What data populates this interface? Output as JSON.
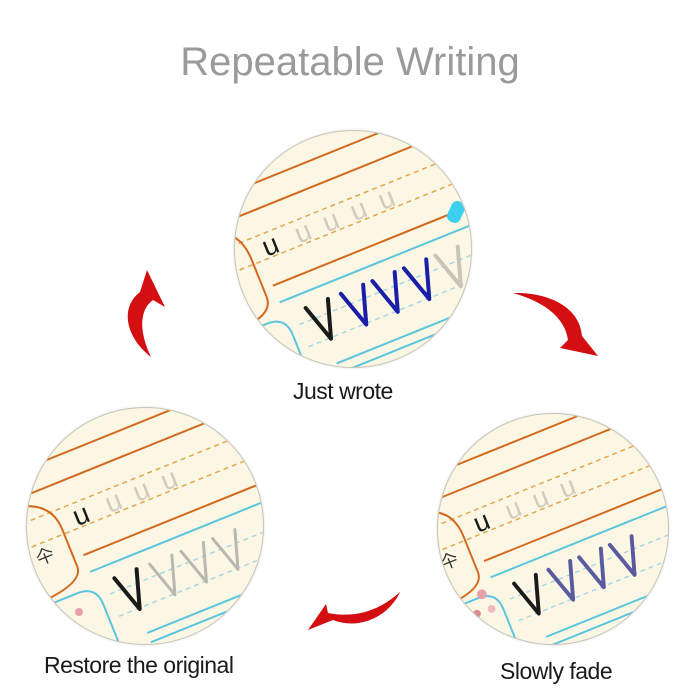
{
  "title": "Repeatable Writing",
  "stages": [
    {
      "id": "just-wrote",
      "caption": "Just wrote",
      "letters": {
        "row1_sample": "u",
        "row2_sample": "v"
      },
      "trace_color": "#1a1fa8"
    },
    {
      "id": "slowly-fade",
      "caption": "Slowly fade",
      "letters": {
        "row1_sample": "u",
        "row2_sample": "v"
      },
      "trace_color": "#5a5a9e"
    },
    {
      "id": "restore-original",
      "caption": "Restore the original",
      "letters": {
        "row1_sample": "u",
        "row2_sample": "v"
      },
      "trace_color": "#b8b8b0"
    }
  ],
  "arrow_color": "#d40f12",
  "colors": {
    "paper": "#fbf7e4",
    "orange_line": "#d2691e",
    "blue_line": "#5bc4dd",
    "dash_orange": "#e0a850",
    "dash_blue": "#a9d8e6",
    "title": "#9a9a9a"
  }
}
